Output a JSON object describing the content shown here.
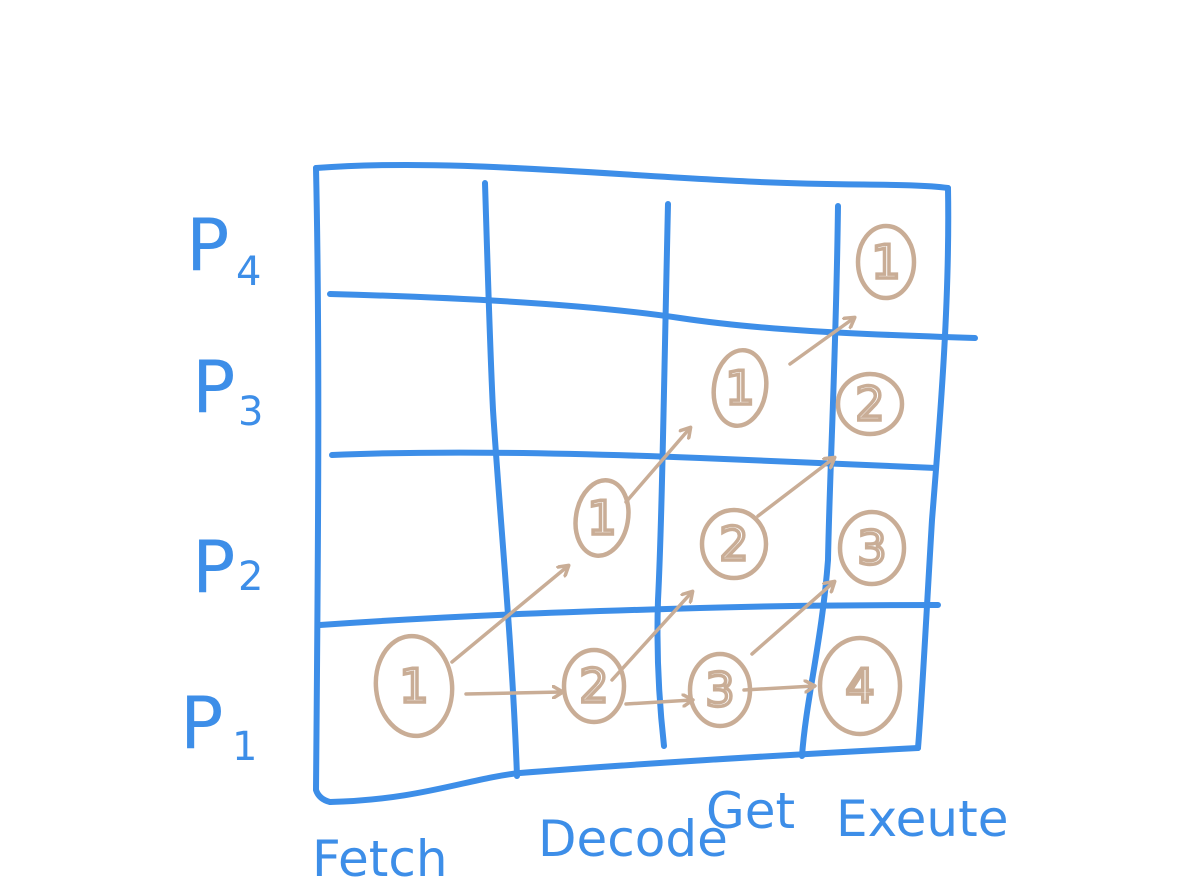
{
  "colors": {
    "grid": "#3d8ee8",
    "steps": "#c9ad96",
    "background": "#ffffff"
  },
  "rows": [
    {
      "letter": "P",
      "sub": "4"
    },
    {
      "letter": "P",
      "sub": "3"
    },
    {
      "letter": "P",
      "sub": "2"
    },
    {
      "letter": "P",
      "sub": "1"
    }
  ],
  "columns": [
    "Fetch",
    "Decode",
    "Get",
    "Exeute"
  ],
  "step_circles": {
    "p1_fetch": "1",
    "p1_decode": "2",
    "p1_get": "3",
    "p1_execute": "4",
    "p2_decode": "1",
    "p2_get": "2",
    "p2_execute": "3",
    "p3_get": "1",
    "p3_execute": "2",
    "p4_execute": "1"
  }
}
